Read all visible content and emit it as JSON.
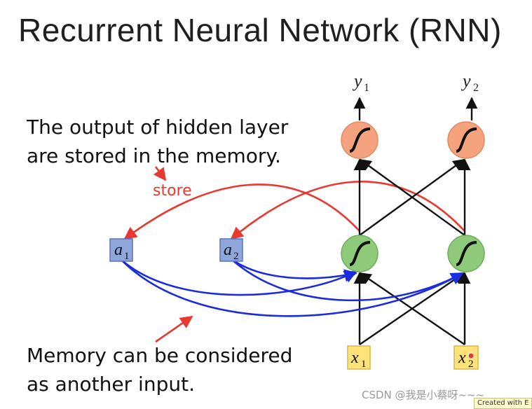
{
  "slide": {
    "title": "Recurrent Neural Network (RNN)",
    "note_top": [
      "The output of hidden layer",
      "are stored in the memory."
    ],
    "note_bottom": [
      "Memory can be considered",
      "as  another input."
    ],
    "store_label": "store"
  },
  "nodes": {
    "outputs": [
      {
        "base": "y",
        "sub": "1"
      },
      {
        "base": "y",
        "sub": "2"
      }
    ],
    "memory": [
      {
        "base": "a",
        "sub": "1"
      },
      {
        "base": "a",
        "sub": "2"
      }
    ],
    "inputs": [
      {
        "base": "x",
        "sub": "1"
      },
      {
        "base": "x",
        "sub": "2"
      }
    ]
  },
  "colors": {
    "output_neuron": "#f5a37e",
    "hidden_neuron": "#8fc97a",
    "memory_box": "#8fa6dd",
    "input_box": "#ffe27a",
    "store_arrow": "#e8382f",
    "memory_arrow": "#1a2be0"
  },
  "watermark": "CSDN @我是小蔡呀~~~",
  "badge": "Created with E"
}
